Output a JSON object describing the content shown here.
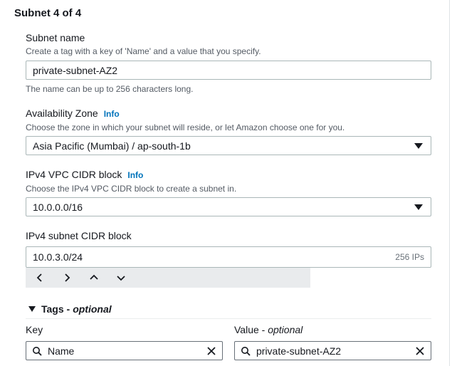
{
  "subnet": {
    "title": "Subnet 4 of 4"
  },
  "name_field": {
    "label": "Subnet name",
    "description": "Create a tag with a key of 'Name' and a value that you specify.",
    "value": "private-subnet-AZ2",
    "hint": "The name can be up to 256 characters long."
  },
  "az_field": {
    "label": "Availability Zone",
    "info": "Info",
    "description": "Choose the zone in which your subnet will reside, or let Amazon choose one for you.",
    "value": "Asia Pacific (Mumbai) / ap-south-1b"
  },
  "vpc_cidr_field": {
    "label": "IPv4 VPC CIDR block",
    "info": "Info",
    "description": "Choose the IPv4 VPC CIDR block to create a subnet in.",
    "value": "10.0.0.0/16"
  },
  "subnet_cidr_field": {
    "label": "IPv4 subnet CIDR block",
    "value": "10.0.3.0/24",
    "ip_count": "256 IPs"
  },
  "tags": {
    "title": "Tags -",
    "optional": "optional",
    "key_label": "Key",
    "value_label": "Value -",
    "value_optional": "optional",
    "key_value": "Name",
    "value_value": "private-subnet-AZ2"
  },
  "colors": {
    "link": "#0073bb",
    "border": "#aab7b8",
    "text": "#16191f",
    "muted": "#545b64"
  },
  "icons": [
    "chevron-left-icon",
    "chevron-right-icon",
    "chevron-up-icon",
    "chevron-down-icon",
    "caret-down-icon",
    "search-icon",
    "close-icon",
    "triangle-down-icon"
  ]
}
